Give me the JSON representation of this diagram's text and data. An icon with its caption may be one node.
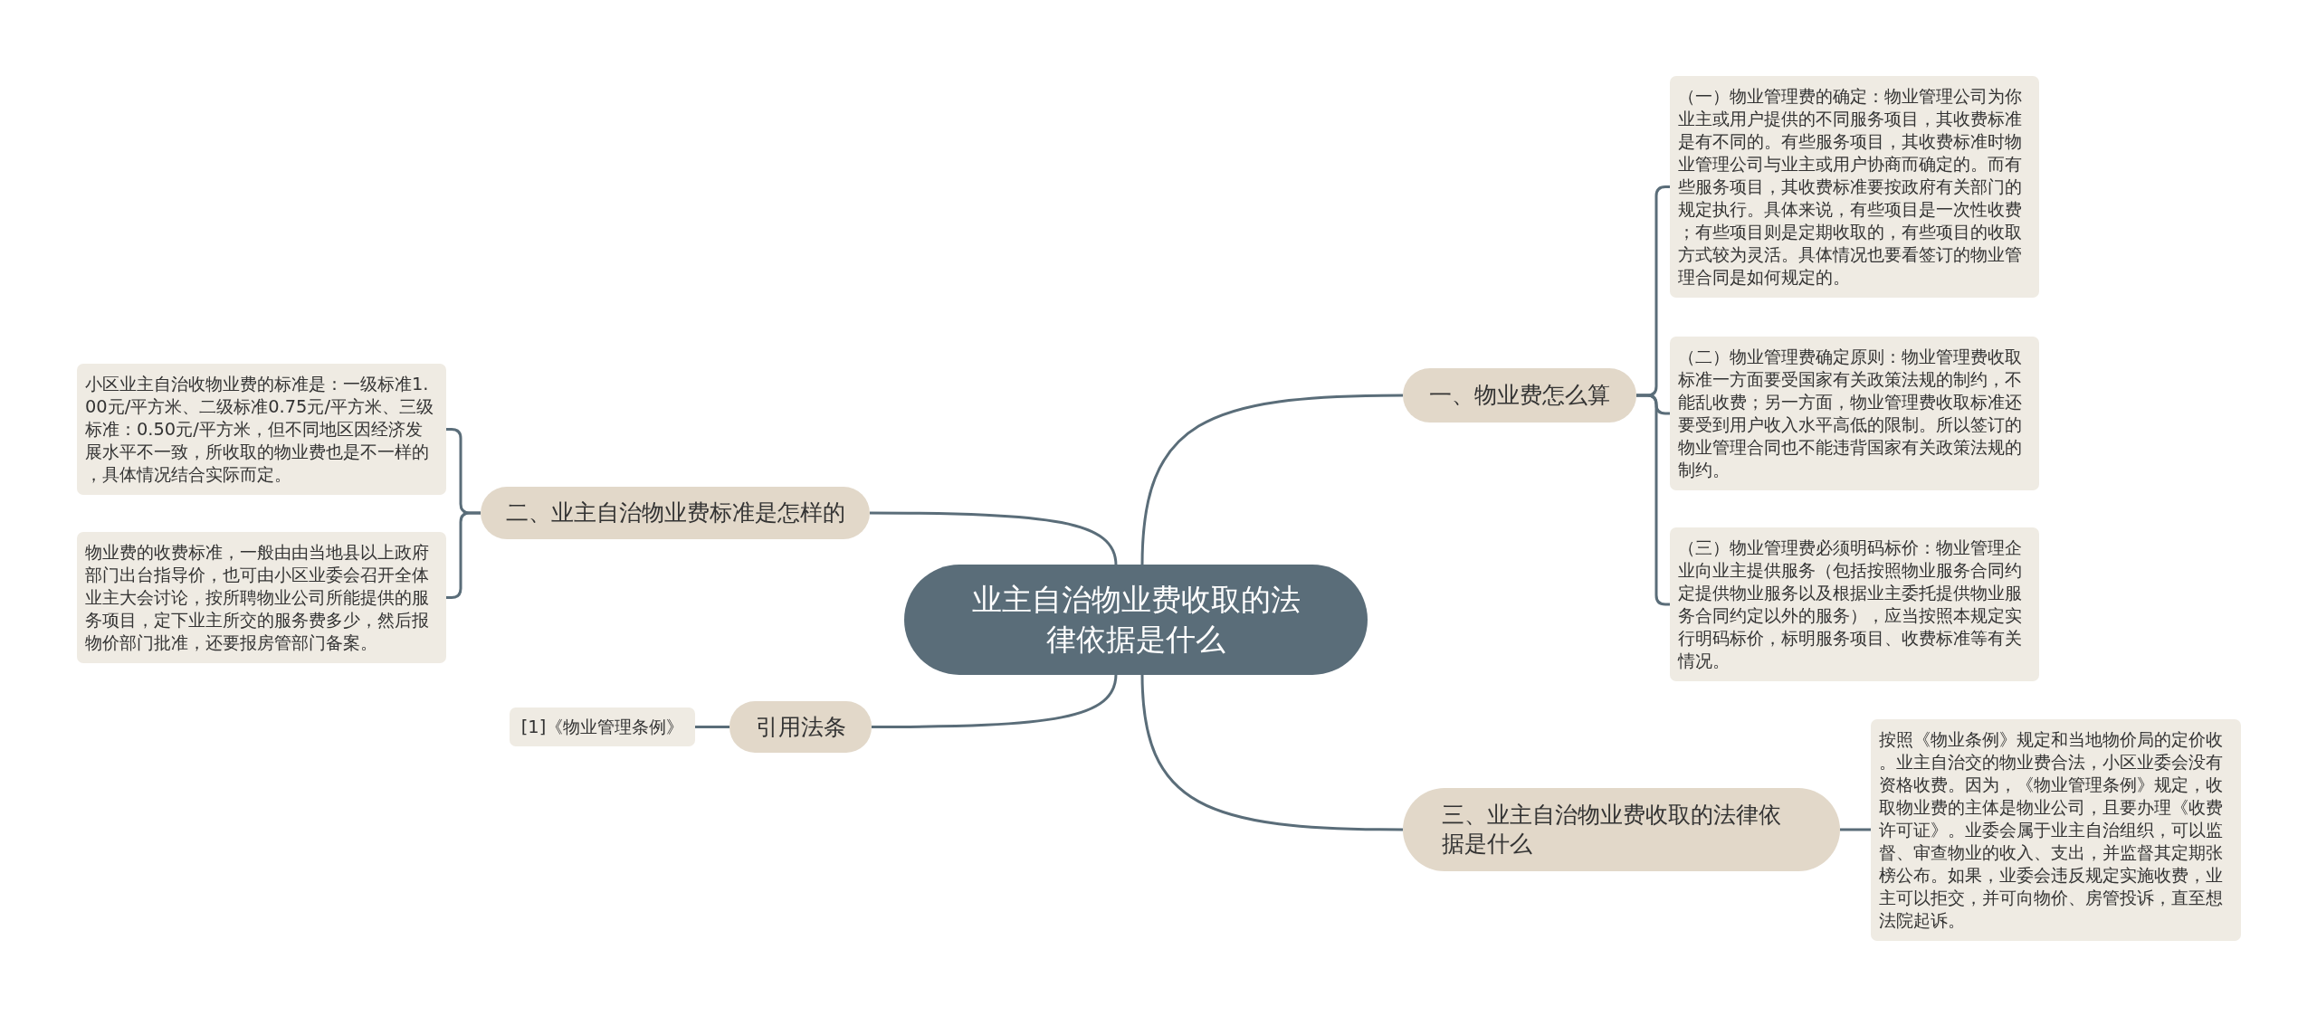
{
  "diagram": {
    "nodes": [
      {
        "text": [
          "业主自治物业费收取的法律依据是什么"
        ]
      },
      {
        "text": [
          "一、物业费怎么算"
        ]
      },
      {
        "text": [
          "（一）物业管理费的确定：物业管理公司为你业主或用户提供的不同服务项目，其收费标准是有不同的。有些服务项目，其收费标准时物业管理公司与业主或用户协商而确定的。而有些服务项目，其收费标准要按政府有关部门的规定执行。具体来说，有些项目是一次性收费；有些项目则是定期收取的，有些项目的收取方式较为灵活。具体情况也要看签订的物业管理合同是如何规定的。"
        ]
      },
      {
        "text": [
          "（二）物业管理费确定原则：物业管理费收取标准一方面要受国家有关政策法规的制约，不能乱收费；另一方面，物业管理费收取标准还要受到用户收入水平高低的限制。所以签订的物业管理合同也不能违背国家有关政策法规的制约。"
        ]
      },
      {
        "text": [
          "（三）物业管理费必须明码标价：物业管理企业向业主提供服务（包括按照物业服务合同约定提供物业服务以及根据业主委托提供物业服务合同约定以外的服务），应当按照本规定实行明码标价，标明服务项目、收费标准等有关情况。"
        ]
      },
      {
        "text": [
          "二、业主自治物业费标准是怎样的"
        ]
      },
      {
        "text": [
          "小区业主自治收物业费的标准是：一级标准1.00元/平方米、二级标准0.75元/平方米、三级标准：0.50元/平方米，但不同地区因经济发展水平不一致，所收取的物业费也是不一样的，具体情况结合实际而定。"
        ]
      },
      {
        "text": [
          "物业费的收费标准，一般由由当地县以上政府部门出台指导价，也可由小区业委会召开全体业主大会讨论，按所聘物业公司所能提供的服务项目，定下业主所交的服务费多少，然后报物价部门批准，还要报房管部门备案。"
        ]
      },
      {
        "text": [
          "引用法条"
        ]
      },
      {
        "text": [
          "[1]《物业管理条例》"
        ]
      },
      {
        "text": [
          "三、业主自治物业费收取的法律依据是什么"
        ]
      },
      {
        "text": [
          "按照《物业条例》规定和当地物价局的定价收。业主自治交的物业费合法，小区业委会没有资格收费。因为，《物业管理条例》规定，收取物业费的主体是物业公司，且要办理《收费许可证》。业委会属于业主自治组织，可以监督、审查物业的收入、支出，并监督其定期张榜公布。如果，业委会违反规定实施收费，业主可以拒交，并可向物价、房管投诉，直至想法院起诉。"
        ]
      }
    ],
    "edges": [
      {
        "from": 0,
        "to": 1,
        "arrow": "none"
      },
      {
        "from": 1,
        "to": 2,
        "arrow": "none"
      },
      {
        "from": 1,
        "to": 3,
        "arrow": "none"
      },
      {
        "from": 1,
        "to": 4,
        "arrow": "none"
      },
      {
        "from": 0,
        "to": 5,
        "arrow": "none"
      },
      {
        "from": 5,
        "to": 6,
        "arrow": "none"
      },
      {
        "from": 5,
        "to": 7,
        "arrow": "none"
      },
      {
        "from": 0,
        "to": 8,
        "arrow": "none"
      },
      {
        "from": 8,
        "to": 9,
        "arrow": "none"
      },
      {
        "from": 0,
        "to": 10,
        "arrow": "none"
      },
      {
        "from": 10,
        "to": 11,
        "arrow": "none"
      }
    ]
  }
}
